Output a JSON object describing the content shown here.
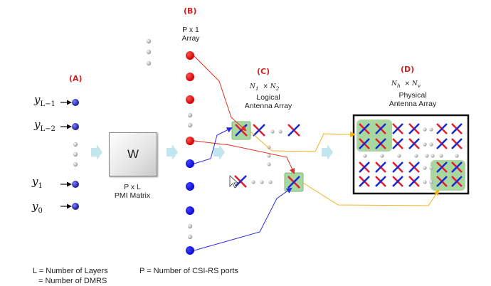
{
  "labels": {
    "section_a": "(A)",
    "section_b": "(B)",
    "section_c": "(C)",
    "section_d": "(D)"
  },
  "layers": {
    "y_l_minus_1": {
      "base": "y",
      "sub": "L−1"
    },
    "y_l_minus_2": {
      "base": "y",
      "sub": "L−2"
    },
    "y_1": {
      "base": "y",
      "sub": "1"
    },
    "y_0": {
      "base": "y",
      "sub": "0"
    }
  },
  "precoder": {
    "symbol": "W",
    "dimension": "P x L",
    "name": "PMI Matrix"
  },
  "port_array": {
    "dimension": "P x 1",
    "name": "Array"
  },
  "logical_array": {
    "dimension_a": "N",
    "dimension_a_sub": "1",
    "dimension_b": "N",
    "dimension_b_sub": "2",
    "line1": "Logical",
    "line2": "Antenna Array"
  },
  "physical_array": {
    "dimension_a": "N",
    "dimension_a_sub": "h",
    "dimension_b": "N",
    "dimension_b_sub": "v",
    "line1": "Physical",
    "line2": "Antenna Array"
  },
  "legend": {
    "layers_line1": "L = Number of Layers",
    "layers_line2": "= Number of DMRS",
    "ports": "P = Number of CSI-RS ports"
  },
  "colors": {
    "red_port": "#e01010",
    "blue_port": "#1a1ad0",
    "red_arrow": "#e03020",
    "blue_arrow": "#2a2ae0",
    "yellow_arrow": "#f0b020",
    "highlight": "#a8d8a0",
    "flow_arrow": "#bde3ec"
  }
}
